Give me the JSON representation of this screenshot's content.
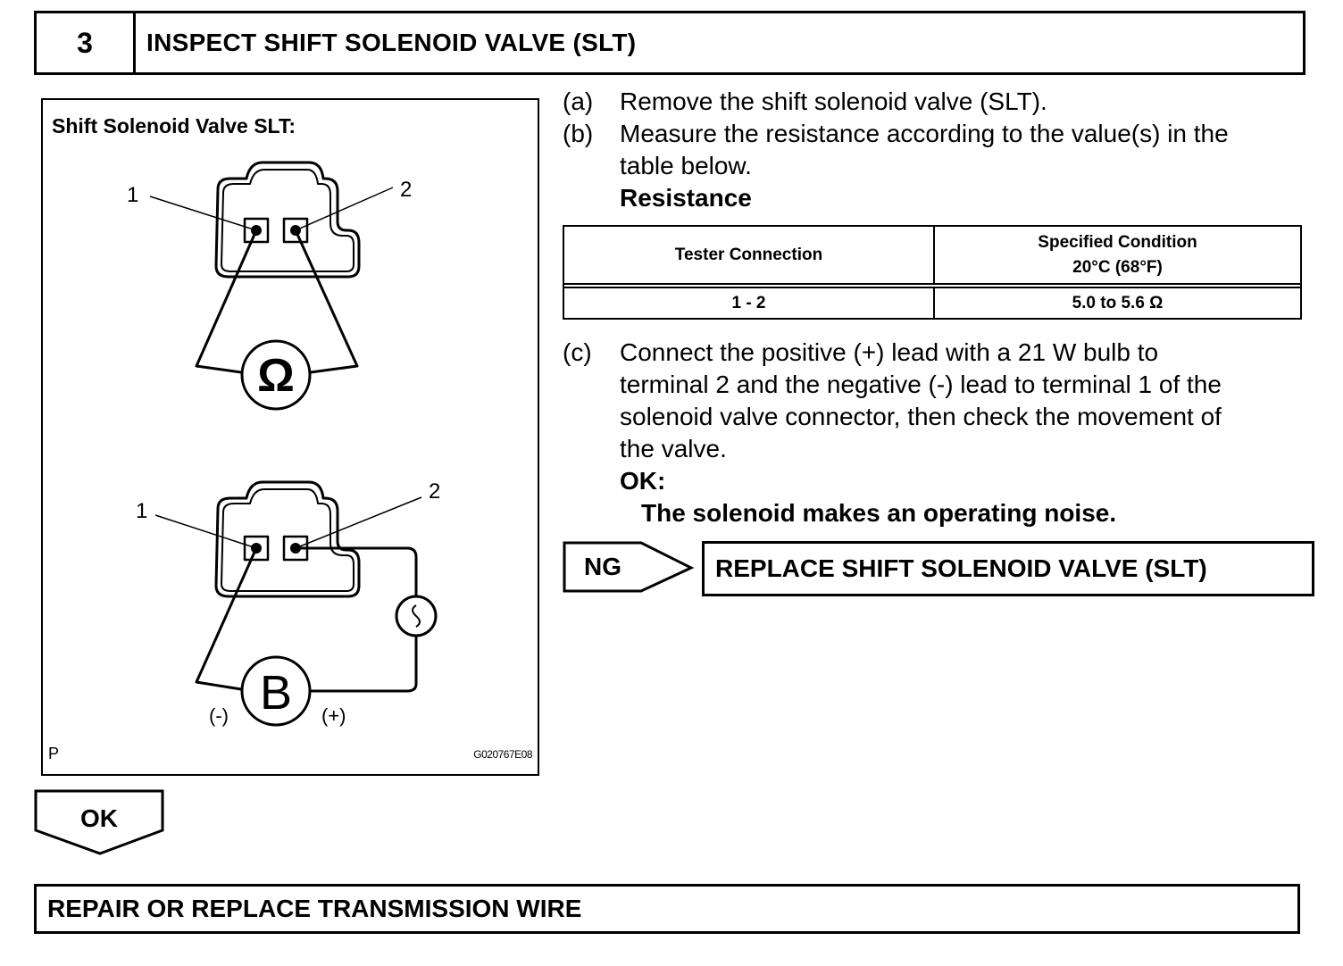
{
  "step": {
    "number": "3",
    "title": "INSPECT SHIFT SOLENOID VALVE (SLT)"
  },
  "illustration": {
    "caption": "Shift Solenoid Valve SLT:",
    "top_diagram": {
      "terminal_1": "1",
      "terminal_2": "2",
      "meter_symbol": "Ω"
    },
    "bottom_diagram": {
      "terminal_1": "1",
      "terminal_2": "2",
      "battery_symbol": "B",
      "negative_label": "(-)",
      "positive_label": "(+)"
    },
    "code_left": "P",
    "code_right": "G020767E08"
  },
  "instructions": {
    "a": {
      "label": "(a)",
      "text": "Remove the shift solenoid valve (SLT)."
    },
    "b": {
      "label": "(b)",
      "line1": "Measure the resistance according to the value(s) in the",
      "line2": "table below.",
      "heading": "Resistance"
    },
    "c": {
      "label": "(c)",
      "line1": "Connect the positive (+) lead with a 21 W bulb to",
      "line2": "terminal 2 and the negative (-) lead to terminal 1 of the",
      "line3": "solenoid valve connector, then check the movement of",
      "line4": "the valve.",
      "ok_label": "OK:",
      "ok_text": "The solenoid makes an operating noise."
    }
  },
  "resistance_table": {
    "headers": {
      "col1": "Tester Connection",
      "col2_line1": "Specified Condition",
      "col2_line2": "20°C (68°F)"
    },
    "rows": [
      {
        "connection": "1 - 2",
        "condition": "5.0 to 5.6 Ω"
      }
    ]
  },
  "ng_branch": {
    "arrow_label": "NG",
    "action": "REPLACE SHIFT SOLENOID VALVE (SLT)"
  },
  "ok_branch": {
    "arrow_label": "OK",
    "action": "REPAIR OR REPLACE TRANSMISSION WIRE"
  }
}
